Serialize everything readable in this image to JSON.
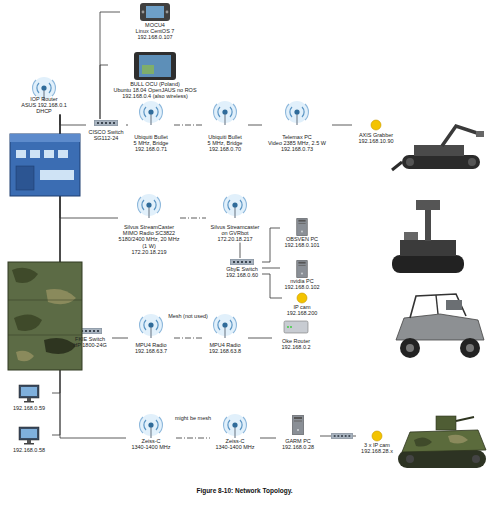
{
  "diagram": {
    "caption": "Figure 8-10: Network Topology.",
    "nodes": [
      {
        "text": [
          "MOCU4",
          "Linux CentOS 7",
          "192.168.0.107"
        ]
      },
      {
        "text": [
          "BULL OCU (Poland)",
          "Ubuntu 18.04 OpenJAUS no ROS",
          "192.168.0.4 (also wireless)"
        ]
      },
      {
        "text": [
          "IOP Router",
          "ASUS 192.168.0.1",
          "DHCP"
        ]
      },
      {
        "text": [
          "CISCO Switch",
          "SG112-24"
        ]
      },
      {
        "text": [
          "Ubiquiti Bullet",
          "5 MHz, Bridge",
          "192.168.0.71"
        ]
      },
      {
        "text": [
          "Ubiquiti Bullet",
          "5 MHz, Bridge",
          "192.168.0.70"
        ]
      },
      {
        "text": [
          "Telemax PC",
          "Video 2385 MHz, 2.5 W",
          "192.168.0.73"
        ]
      },
      {
        "text": [
          "AXIS Grabber",
          "192.168.10.90"
        ]
      },
      {
        "text": [
          "Silvus StreamCaster",
          "MIMO Radio SC3822",
          "5180/2400 MHz, 20 MHz",
          "(1 W)",
          "172.20.18.219"
        ]
      },
      {
        "text": [
          "Silvus Streamcaster",
          "on GVRbot",
          "172.20.18.217"
        ]
      },
      {
        "text": [
          "GbyE Switch",
          "192.168.0.60"
        ]
      },
      {
        "text": [
          "OBSVEN PC",
          "192.168.0.101"
        ]
      },
      {
        "text": [
          "nvidia PC",
          "192.168.0.102"
        ]
      },
      {
        "text": [
          "IP cam",
          "192.168.200"
        ]
      },
      {
        "text": [
          "FKIE Switch",
          "HP 1800-24G"
        ]
      },
      {
        "text": [
          "MPU4 Radio",
          "192.168.63.7"
        ]
      },
      {
        "text": [
          "MPU4 Radio",
          "192.168.63.8"
        ]
      },
      {
        "text": [
          "Oke Router",
          "192.168.0.2"
        ]
      },
      {
        "text": [
          "192.168.0.59"
        ]
      },
      {
        "text": [
          "192.168.0.58"
        ]
      },
      {
        "text": [
          "Zeiss-C",
          "1340-1400 MHz"
        ]
      },
      {
        "text": [
          "Zeiss-C",
          "1340-1400 MHz"
        ]
      },
      {
        "text": [
          "GARM PC",
          "192.168.0.28"
        ]
      },
      {
        "text": [
          "3 x IP cam",
          "192.168.28.x"
        ]
      }
    ],
    "edges": [
      {
        "from": 2,
        "to": 3,
        "arrow": "none"
      },
      {
        "from": 3,
        "to": 0,
        "arrow": "none"
      },
      {
        "from": 3,
        "to": 1,
        "arrow": "none"
      },
      {
        "from": 3,
        "to": 4,
        "arrow": "none"
      },
      {
        "from": 4,
        "to": 5,
        "arrow": "none"
      },
      {
        "from": 5,
        "to": 6,
        "arrow": "none"
      },
      {
        "from": 6,
        "to": 7,
        "arrow": "none"
      },
      {
        "from": 2,
        "to": 8,
        "arrow": "none"
      },
      {
        "from": 8,
        "to": 9,
        "arrow": "none"
      },
      {
        "from": 9,
        "to": 10,
        "arrow": "none"
      },
      {
        "from": 10,
        "to": 11,
        "arrow": "none"
      },
      {
        "from": 10,
        "to": 12,
        "arrow": "none"
      },
      {
        "from": 10,
        "to": 13,
        "arrow": "none"
      },
      {
        "from": 2,
        "to": 14,
        "arrow": "none"
      },
      {
        "from": 14,
        "to": 15,
        "arrow": "none"
      },
      {
        "from": 15,
        "to": 16,
        "label": "Mesh (not used)",
        "arrow": "none"
      },
      {
        "from": 16,
        "to": 17,
        "arrow": "none"
      },
      {
        "from": 2,
        "to": 18,
        "arrow": "none"
      },
      {
        "from": 2,
        "to": 19,
        "arrow": "none"
      },
      {
        "from": 2,
        "to": 20,
        "arrow": "none"
      },
      {
        "from": 20,
        "to": 21,
        "label": "might be mesh",
        "arrow": "none"
      },
      {
        "from": 21,
        "to": 22,
        "arrow": "none"
      },
      {
        "from": 22,
        "to": 23,
        "arrow": "none"
      }
    ]
  }
}
